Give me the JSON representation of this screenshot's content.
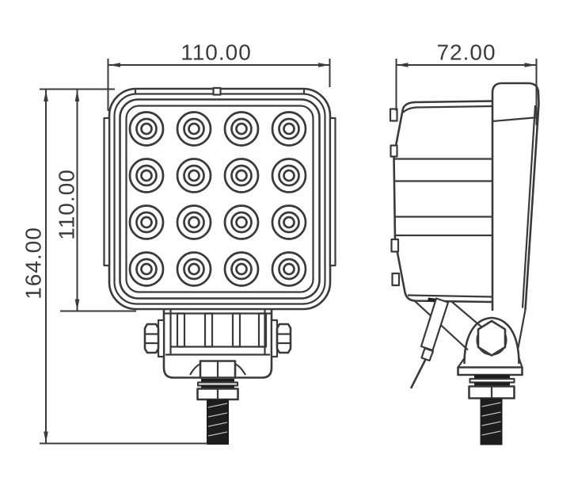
{
  "page": {
    "background_color": "#ffffff"
  },
  "drawing": {
    "line_color": "#3a3a3a",
    "stud_fill_color": "#1d1d1d",
    "front_view": {
      "top_width_label": "110.00",
      "body_height_label": "110.00",
      "overall_height_label": "164.00",
      "led_grid": {
        "rows": 4,
        "cols": 4,
        "led_count": 16
      }
    },
    "side_view": {
      "depth_label": "72.00"
    }
  }
}
